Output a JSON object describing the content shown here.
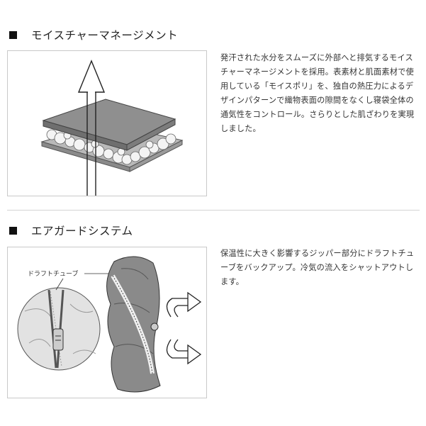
{
  "sections": [
    {
      "title": "モイスチャーマネージメント",
      "description": "発汗された水分をスムーズに外部へと排気するモイスチャーマネージメントを採用。表素材と肌面素材で使用している「モイスポリ」を、独自の熱圧力によるデザインパターンで織物表面の隙間をなくし寝袋全体の通気性をコントロール。さらりとした肌ざわりを実現しました。"
    },
    {
      "title": "エアガードシステム",
      "description": "保温性に大きく影響するジッパー部分にドラフトチューブをバックアップ。冷気の流入をシャットアウトします。",
      "figure_label": "ドラフトチューブ"
    }
  ]
}
